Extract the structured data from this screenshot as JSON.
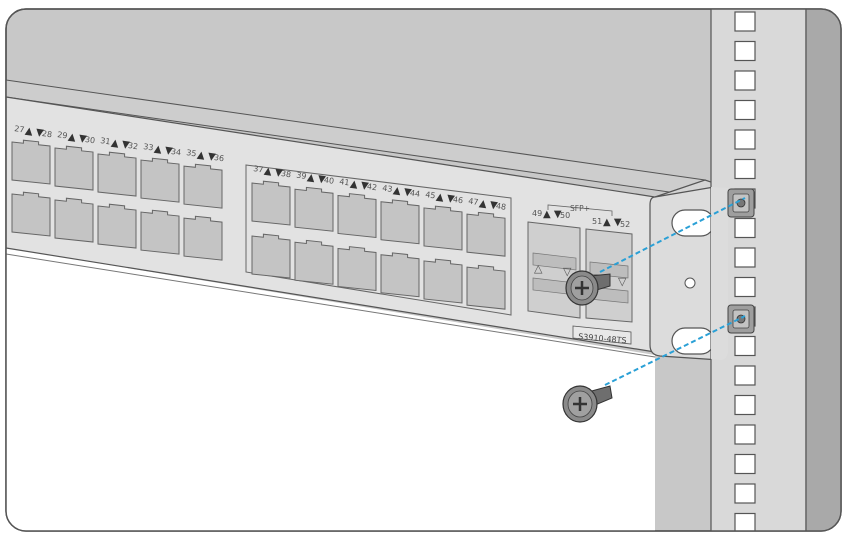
{
  "colors": {
    "background": "#c8c8c8",
    "switch_face": "#e2e2e2",
    "switch_top": "#cdcdcd",
    "port": "#c4c4c4",
    "rack": "#d9d9d9",
    "rack_right": "#a9a9a9",
    "guide_line": "#2aa0d6",
    "screw": "#7a7a7a"
  },
  "port_labels": {
    "block1": [
      "27",
      "28",
      "29",
      "30",
      "31",
      "32",
      "33",
      "34",
      "35",
      "36"
    ],
    "block2": [
      "37",
      "38",
      "39",
      "40",
      "41",
      "42",
      "43",
      "44",
      "45",
      "46",
      "47",
      "48"
    ],
    "sfp_header": "SFP+",
    "sfp": [
      "49",
      "50",
      "51",
      "52"
    ]
  },
  "model_label": "S3910-48TS",
  "icons": {
    "screw_installed": "phillips-screw-icon",
    "screw_loose": "phillips-screw-icon",
    "arrow_up": "triangle-up-glyph",
    "arrow_down": "triangle-down-glyph"
  }
}
